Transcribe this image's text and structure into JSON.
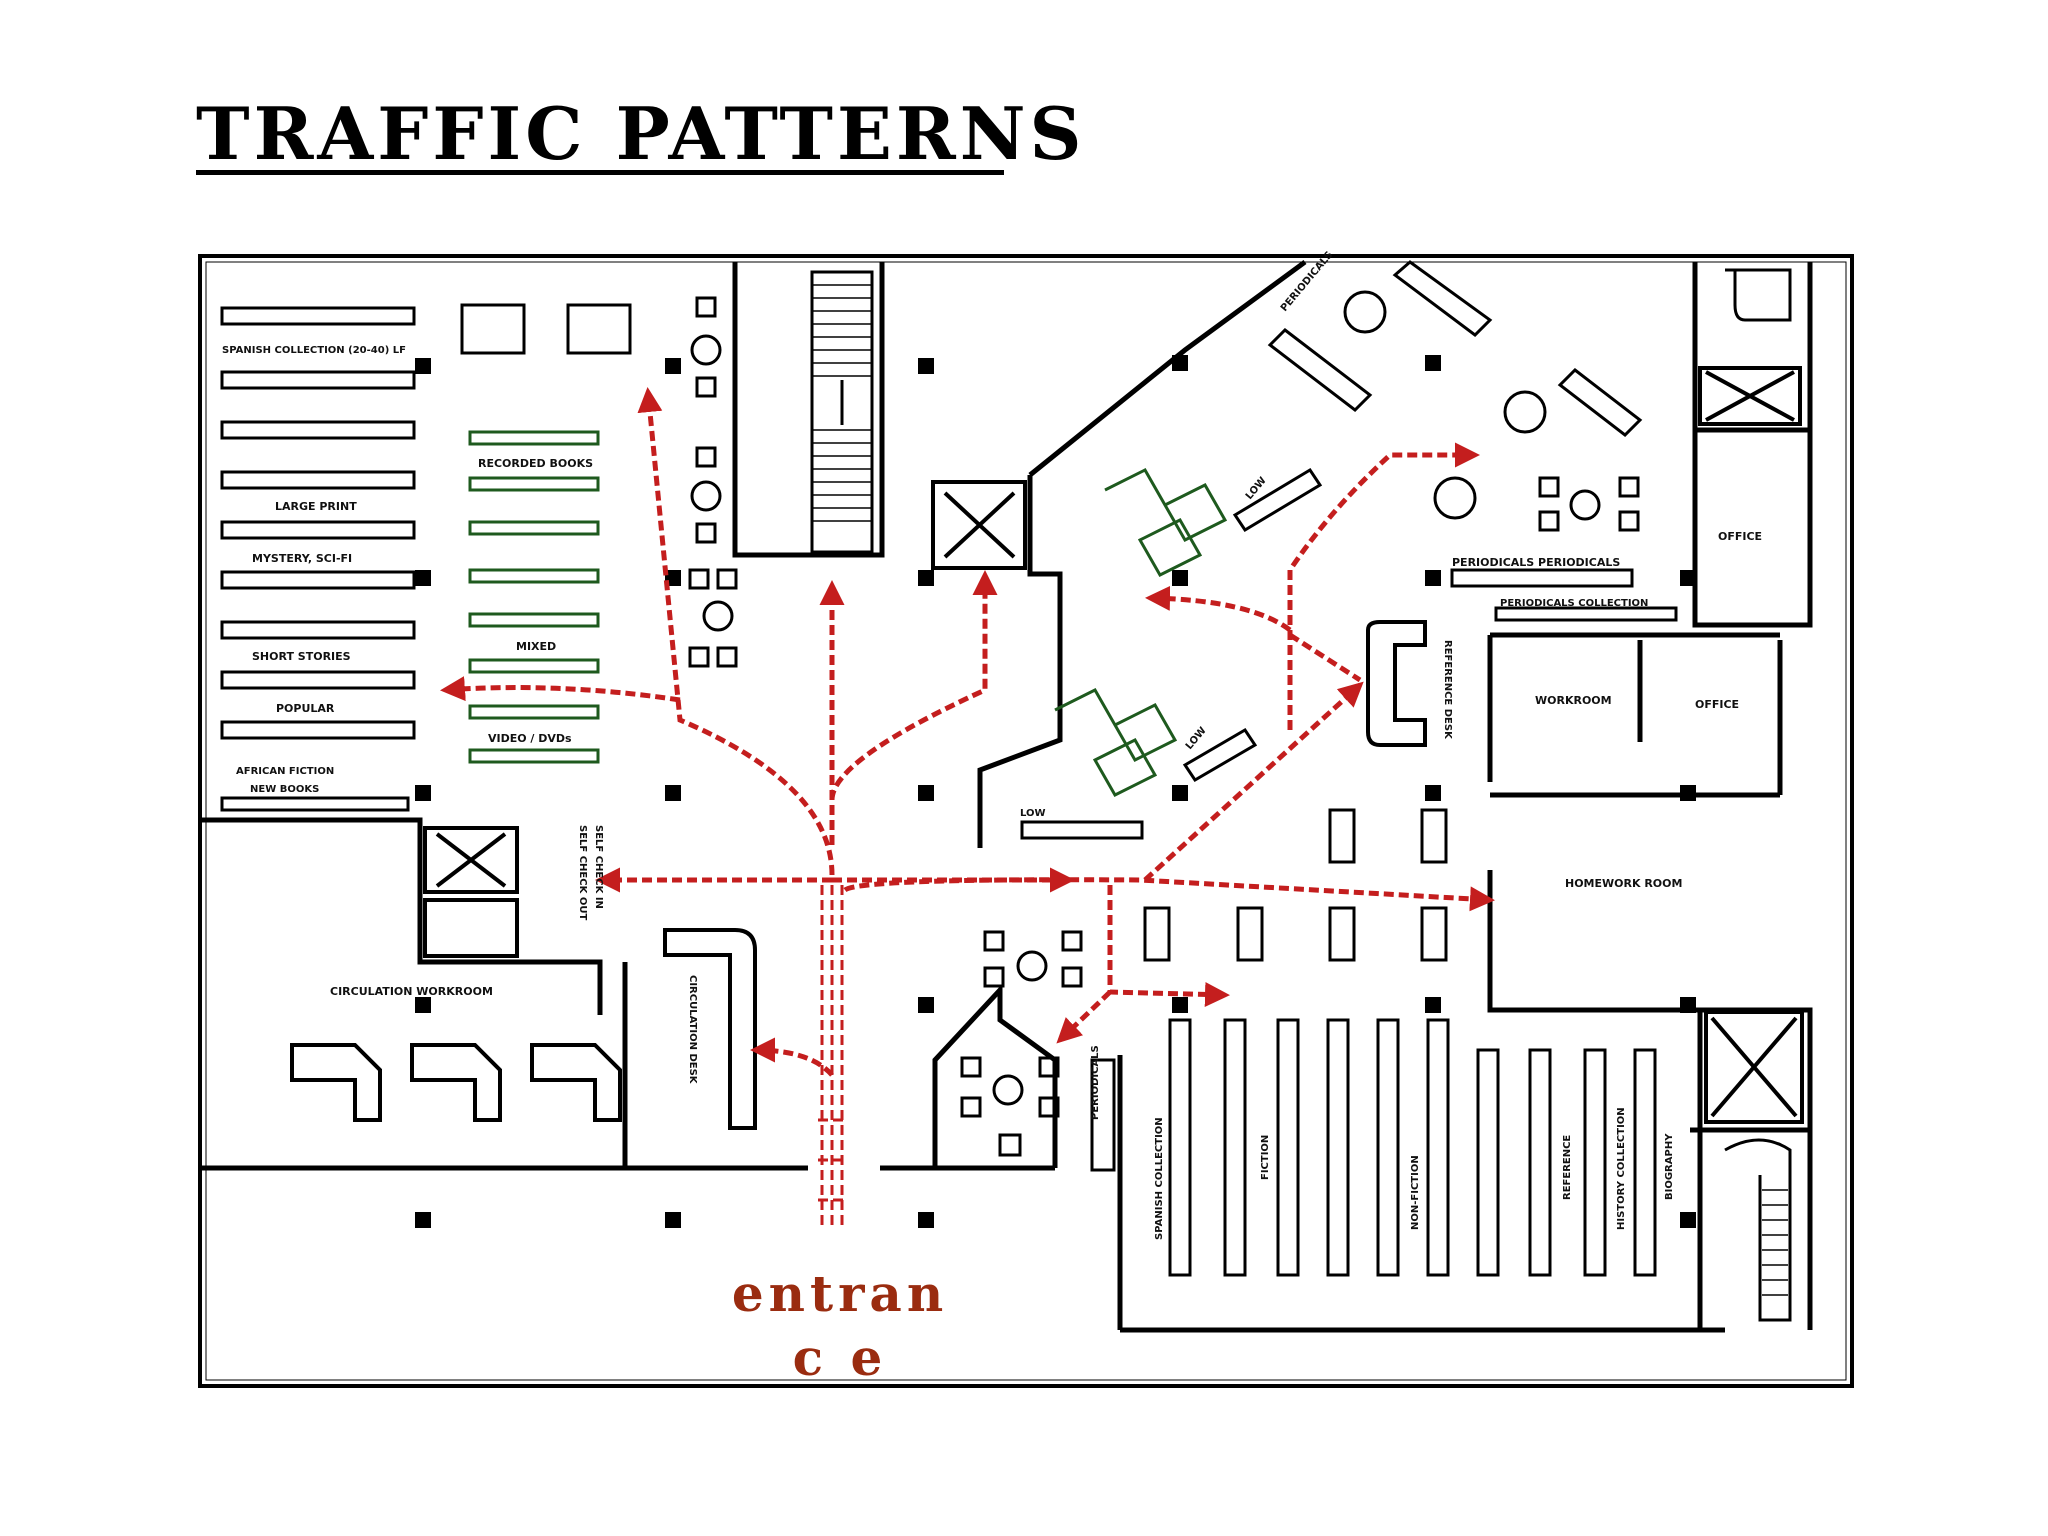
{
  "title": "TRAFFIC PATTERNS",
  "entrance_label": "entranc e",
  "colors": {
    "walls": "#000000",
    "path": "#c41e1e",
    "entrance_text": "#9a2c10",
    "shelf_dark": "#1e5a1e"
  },
  "labels": {
    "spanish_collection": "SPANISH COLLECTION (20-40) LF",
    "large_print": "LARGE PRINT",
    "mystery_scifi": "MYSTERY, SCI-FI",
    "short_stories": "SHORT STORIES",
    "popular": "POPULAR",
    "african_fiction": "AFRICAN FICTION",
    "new_books": "NEW BOOKS",
    "recorded_books": "RECORDED BOOKS",
    "mixed": "MIXED",
    "video_dvds": "VIDEO / DVDs",
    "self_checkout": "SELF CHECK OUT",
    "self_checkin": "SELF CHECK IN",
    "circulation_workroom": "CIRCULATION WORKROOM",
    "circulation_desk": "CIRCULATION DESK",
    "low_1": "LOW",
    "low_2": "LOW",
    "low_3": "LOW",
    "periodicals_top": "PERIODICALS",
    "newspaper_periodicals": "PERIODICALS PERIODICALS",
    "periodicals_collection": "PERIODICALS COLLECTION",
    "office_1": "OFFICE",
    "office_2": "OFFICE",
    "workroom": "WORKROOM",
    "reference_desk": "REFERENCE DESK",
    "homework_room": "HOMEWORK ROOM",
    "periodicals_bottom": "PERIODICALS",
    "spanish_collection_2": "SPANISH COLLECTION",
    "fiction": "FICTION",
    "non_fiction": "NON-FICTION",
    "reference": "REFERENCE",
    "history_collection": "HISTORY COLLECTION",
    "biography": "BIOGRAPHY"
  }
}
